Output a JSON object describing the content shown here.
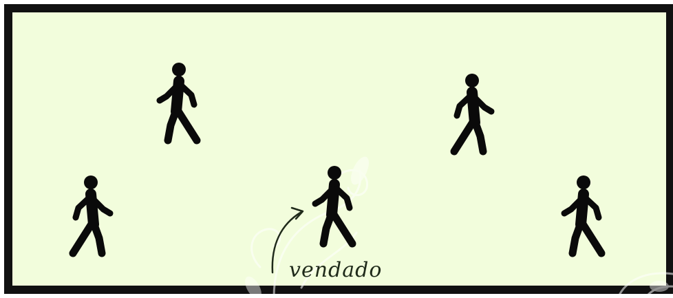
{
  "background_color": "#f2fddc",
  "border_color": "#111111",
  "figure_color": "#0a0a0a",
  "label_color": "#1f2a1a",
  "people": [
    {
      "name": "walking-person-icon-top-left",
      "mirrored": false
    },
    {
      "name": "walking-person-icon-top-right",
      "mirrored": true
    },
    {
      "name": "walking-person-icon-bottom-left",
      "mirrored": true
    },
    {
      "name": "walking-person-icon-bottom-center",
      "mirrored": false
    },
    {
      "name": "walking-person-icon-bottom-right",
      "mirrored": false
    }
  ],
  "annotation": {
    "label": "vendado",
    "pointer": "curved-arrow-icon"
  }
}
